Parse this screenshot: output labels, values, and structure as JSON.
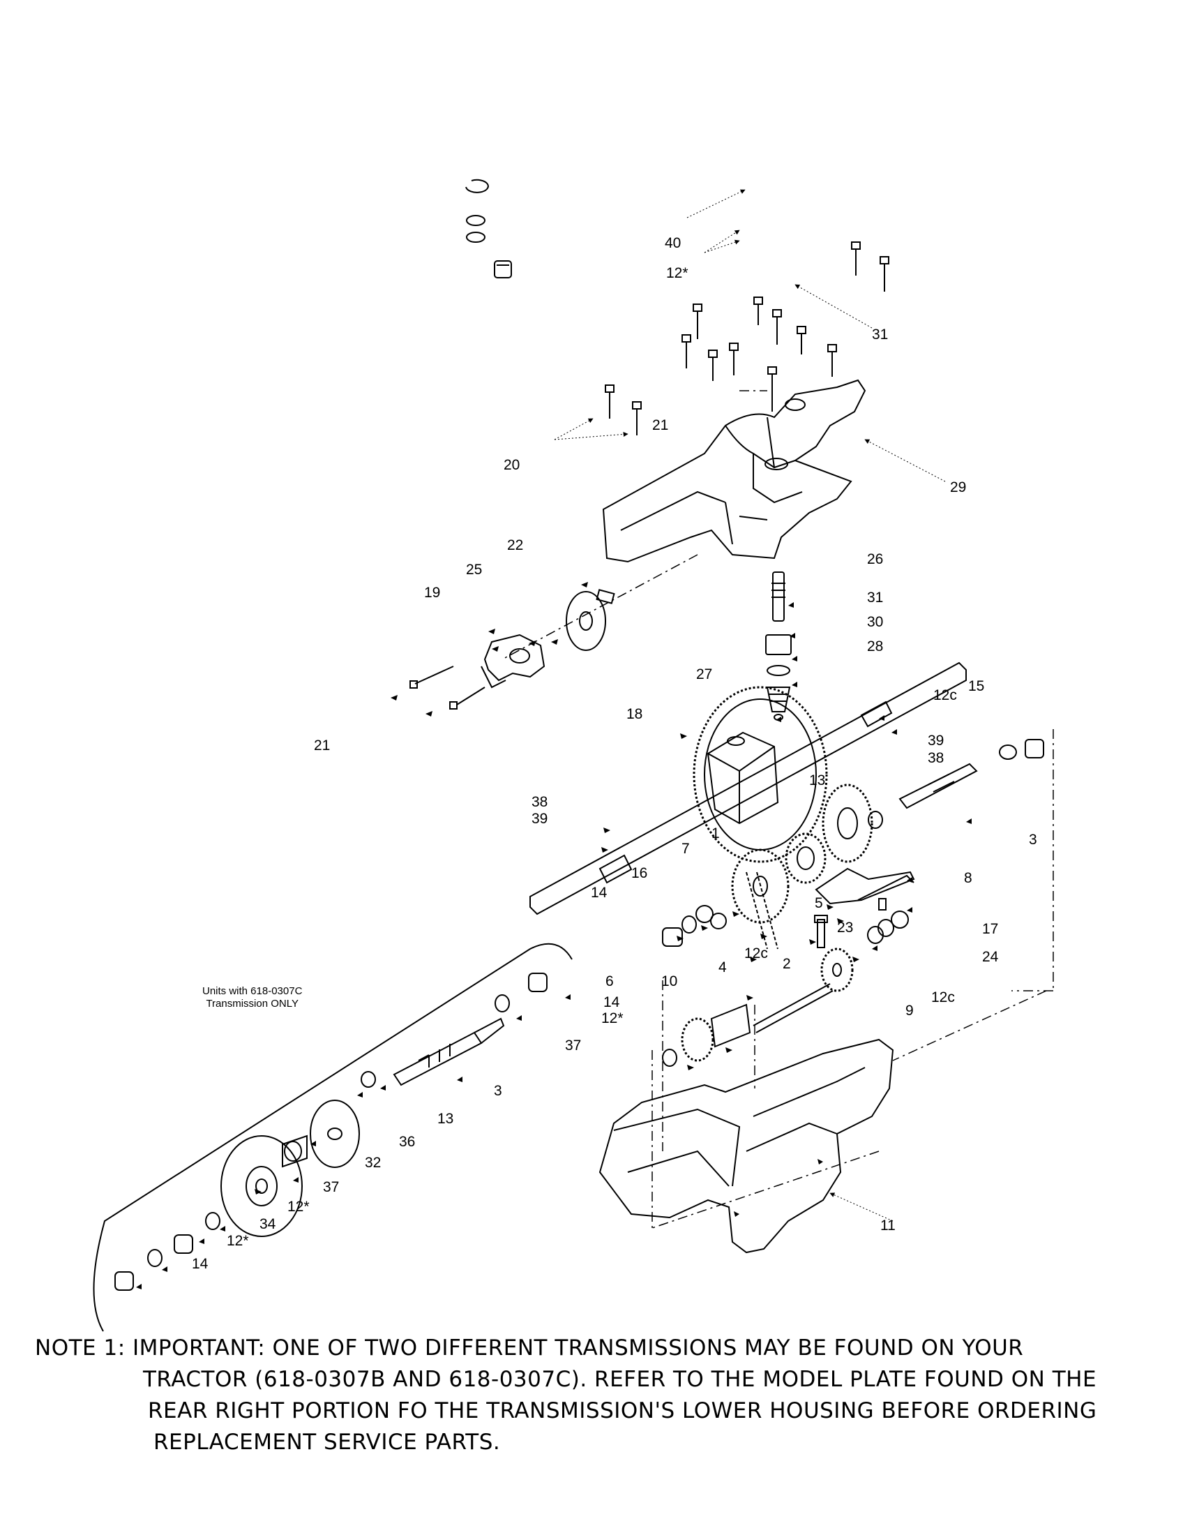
{
  "callouts": [
    {
      "id": "c40",
      "text": "40"
    },
    {
      "id": "c12a",
      "text": "12*"
    },
    {
      "id": "c31a",
      "text": "31"
    },
    {
      "id": "c21a",
      "text": "21"
    },
    {
      "id": "c20",
      "text": "20"
    },
    {
      "id": "c29",
      "text": "29"
    },
    {
      "id": "c22",
      "text": "22"
    },
    {
      "id": "c25",
      "text": "25"
    },
    {
      "id": "c19",
      "text": "19"
    },
    {
      "id": "c26",
      "text": "26"
    },
    {
      "id": "c31b",
      "text": "31"
    },
    {
      "id": "c30",
      "text": "30"
    },
    {
      "id": "c28",
      "text": "28"
    },
    {
      "id": "c27",
      "text": "27"
    },
    {
      "id": "c15",
      "text": "15"
    },
    {
      "id": "c12c_a",
      "text": "12c"
    },
    {
      "id": "c18",
      "text": "18"
    },
    {
      "id": "c21b",
      "text": "21"
    },
    {
      "id": "c39a",
      "text": "39"
    },
    {
      "id": "c38a",
      "text": "38"
    },
    {
      "id": "c13a",
      "text": "13"
    },
    {
      "id": "c38b",
      "text": "38"
    },
    {
      "id": "c39b",
      "text": "39"
    },
    {
      "id": "c1",
      "text": "1"
    },
    {
      "id": "c7",
      "text": "7"
    },
    {
      "id": "c3a",
      "text": "3"
    },
    {
      "id": "c8",
      "text": "8"
    },
    {
      "id": "c16",
      "text": "16"
    },
    {
      "id": "c14a",
      "text": "14"
    },
    {
      "id": "c5",
      "text": "5"
    },
    {
      "id": "c23",
      "text": "23"
    },
    {
      "id": "c17",
      "text": "17"
    },
    {
      "id": "c24",
      "text": "24"
    },
    {
      "id": "c12c_b",
      "text": "12c"
    },
    {
      "id": "c4",
      "text": "4"
    },
    {
      "id": "c2",
      "text": "2"
    },
    {
      "id": "c6",
      "text": "6"
    },
    {
      "id": "c14b",
      "text": "14"
    },
    {
      "id": "c12b",
      "text": "12*"
    },
    {
      "id": "c10",
      "text": "10"
    },
    {
      "id": "c12c_c",
      "text": "12c"
    },
    {
      "id": "c9",
      "text": "9"
    },
    {
      "id": "c37a",
      "text": "37"
    },
    {
      "id": "c3b",
      "text": "3"
    },
    {
      "id": "c13b",
      "text": "13"
    },
    {
      "id": "c36",
      "text": "36"
    },
    {
      "id": "c32",
      "text": "32"
    },
    {
      "id": "c37b",
      "text": "37"
    },
    {
      "id": "c12d",
      "text": "12*"
    },
    {
      "id": "c34",
      "text": "34"
    },
    {
      "id": "c12e",
      "text": "12*"
    },
    {
      "id": "c14c",
      "text": "14"
    },
    {
      "id": "c11",
      "text": "11"
    }
  ],
  "units_label": {
    "line1": "Units with 618-0307C",
    "line2": "Transmission ONLY"
  },
  "note": {
    "line1": "NOTE 1: IMPORTANT: ONE OF TWO DIFFERENT TRANSMISSIONS MAY BE FOUND ON YOUR",
    "line2": "TRACTOR (618-0307B AND 618-0307C). REFER TO THE MODEL PLATE FOUND ON THE",
    "line3": "REAR RIGHT PORTION FO THE TRANSMISSION'S LOWER HOUSING BEFORE ORDERING",
    "line4": "REPLACEMENT SERVICE PARTS."
  }
}
